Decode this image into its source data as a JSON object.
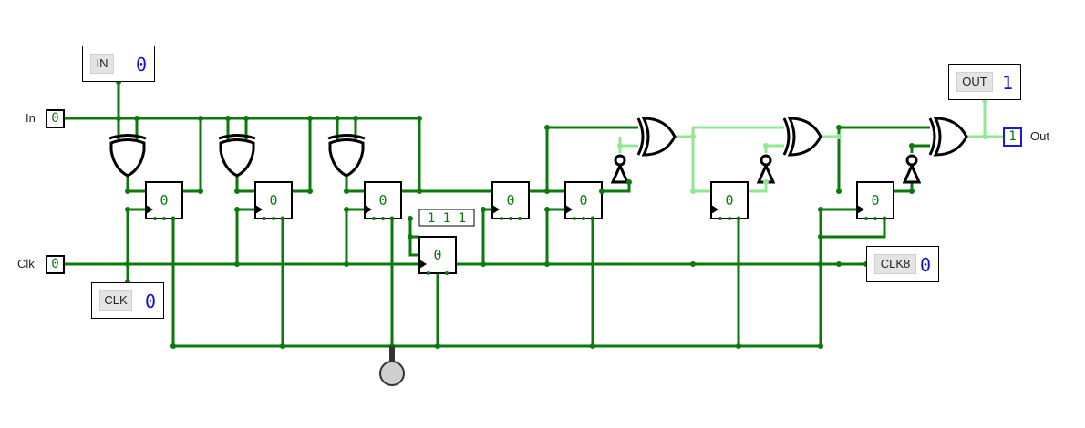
{
  "probes": {
    "in_probe": {
      "label": "IN",
      "value": "0"
    },
    "clk_probe": {
      "label": "CLK",
      "value": "0"
    },
    "clk8_probe": {
      "label": "CLK8",
      "value": "0"
    },
    "out_probe": {
      "label": "OUT",
      "value": "1"
    }
  },
  "pins": {
    "in": {
      "label": "In",
      "value": "0"
    },
    "clk": {
      "label": "Clk",
      "value": "0"
    },
    "out": {
      "label": "Out",
      "value": "1"
    }
  },
  "flipflops": [
    "0",
    "0",
    "0",
    "0",
    "0",
    "0",
    "0",
    "0"
  ],
  "counter": {
    "state": "1 1 1",
    "value": "0"
  },
  "colors": {
    "wire_low": "#0a7a0a",
    "wire_high": "#90e890",
    "probe_value": "#1010d8",
    "output_border": "#1818e0"
  }
}
